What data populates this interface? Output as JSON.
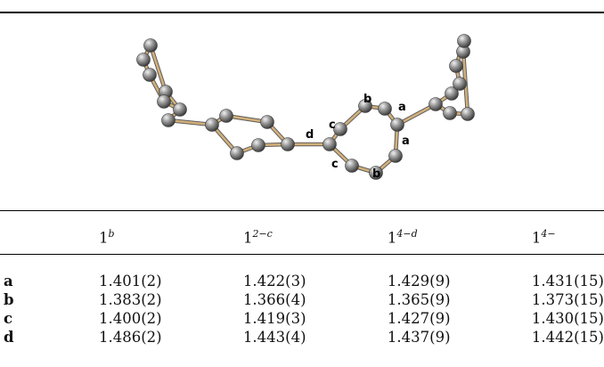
{
  "figure": {
    "bond_labels": {
      "a_upper": "a",
      "a_lower": "a",
      "b_upper": "b",
      "b_lower": "b",
      "c_upper": "c",
      "c_lower": "c",
      "d": "d"
    }
  },
  "table": {
    "headers": [
      {
        "base": "1",
        "sup": "b"
      },
      {
        "base": "1",
        "sup": "2−c"
      },
      {
        "base": "1",
        "sup": "4−d"
      },
      {
        "base": "1",
        "sup": "4−"
      }
    ],
    "rows": [
      {
        "label": "a",
        "values": [
          "1.401(2)",
          "1.422(3)",
          "1.429(9)",
          "1.431(15)"
        ]
      },
      {
        "label": "b",
        "values": [
          "1.383(2)",
          "1.366(4)",
          "1.365(9)",
          "1.373(15)"
        ]
      },
      {
        "label": "c",
        "values": [
          "1.400(2)",
          "1.419(3)",
          "1.427(9)",
          "1.430(15)"
        ]
      },
      {
        "label": "d",
        "values": [
          "1.486(2)",
          "1.443(4)",
          "1.437(9)",
          "1.442(15)"
        ]
      }
    ]
  }
}
